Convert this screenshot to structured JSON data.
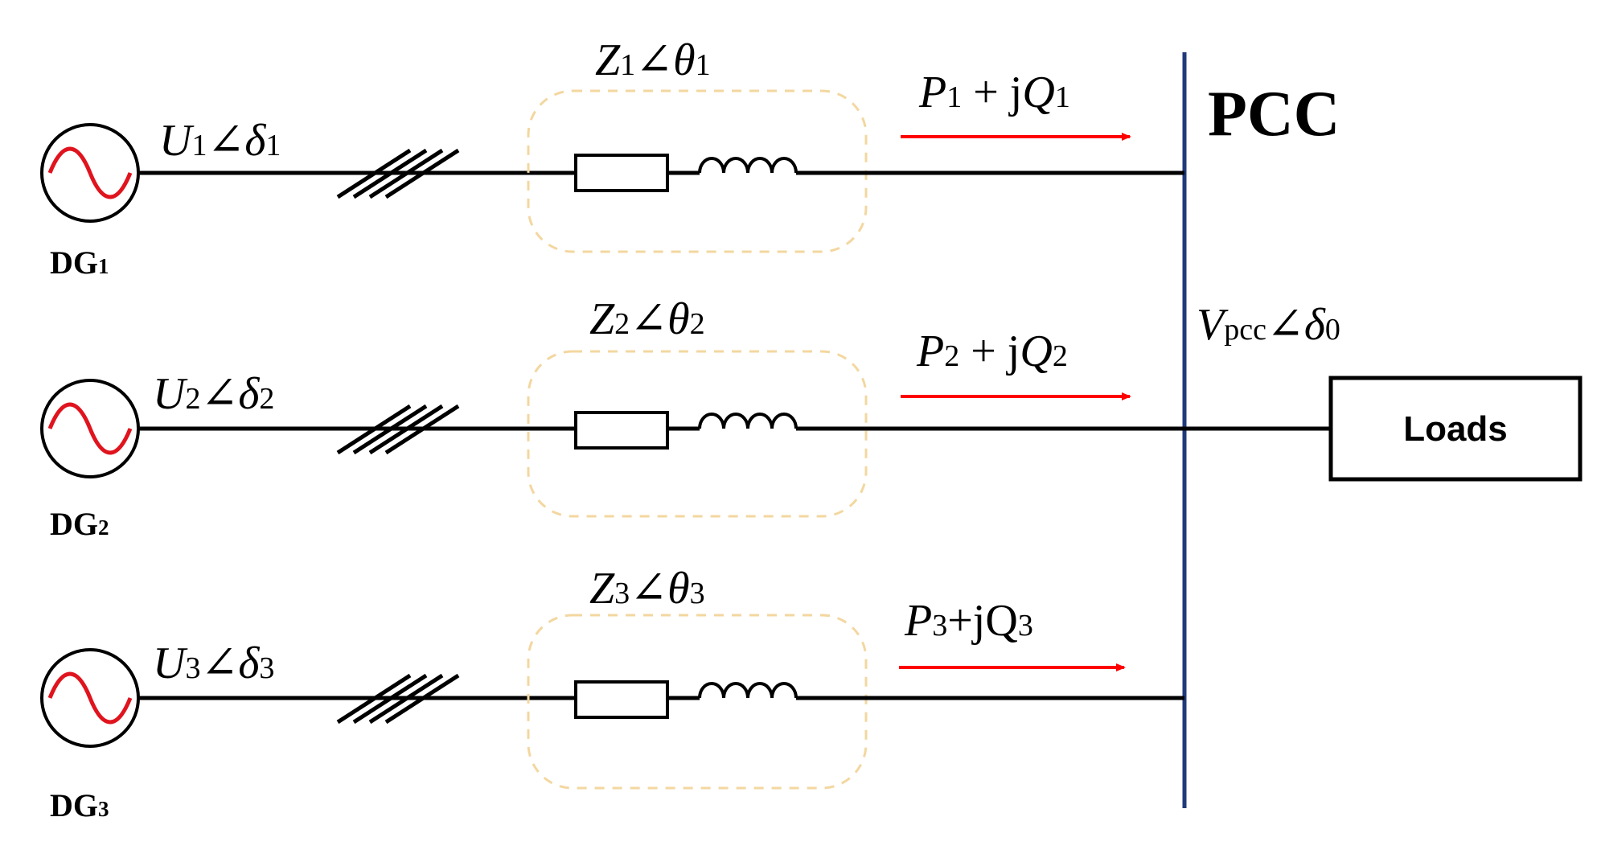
{
  "bus": {
    "name": "PCC",
    "voltage": {
      "main": "V",
      "sub": "pcc",
      "angle": "∠",
      "sym": "δ",
      "symsub": "0"
    }
  },
  "loads": {
    "label": "Loads"
  },
  "feeders": [
    {
      "dg": {
        "main": "DG",
        "sub": "1"
      },
      "voltage": {
        "main": "U",
        "sub": "1",
        "angle": "∠",
        "sym": "δ",
        "symsub": "1"
      },
      "impedance": {
        "main": "Z",
        "sub": "1",
        "angle": "∠",
        "sym": "θ",
        "symsub": "1"
      },
      "power": {
        "p": "P",
        "psub": "1",
        "mid": " + j",
        "q": "Q",
        "qsub": "1"
      }
    },
    {
      "dg": {
        "main": "DG",
        "sub": "2"
      },
      "voltage": {
        "main": "U",
        "sub": "2",
        "angle": "∠",
        "sym": "δ",
        "symsub": "2"
      },
      "impedance": {
        "main": "Z",
        "sub": "2",
        "angle": "∠",
        "sym": "θ",
        "symsub": "2"
      },
      "power": {
        "p": "P",
        "psub": "2",
        "mid": " + j",
        "q": "Q",
        "qsub": "2"
      }
    },
    {
      "dg": {
        "main": "DG",
        "sub": "3"
      },
      "voltage": {
        "main": "U",
        "sub": "3",
        "angle": "∠",
        "sym": "δ",
        "symsub": "3"
      },
      "impedance": {
        "main": "Z",
        "sub": "3",
        "angle": "∠",
        "sym": "θ",
        "symsub": "3"
      },
      "power": {
        "p": "P",
        "psub": "3",
        "mid": "+jQ",
        "q": "",
        "qsub": "3"
      }
    }
  ],
  "colors": {
    "wire": "#000000",
    "bus": "#1f3a7a",
    "flow_arrow": "#ff0000",
    "sine": "#e0141e",
    "impedance_box": "#f3d7a0"
  }
}
